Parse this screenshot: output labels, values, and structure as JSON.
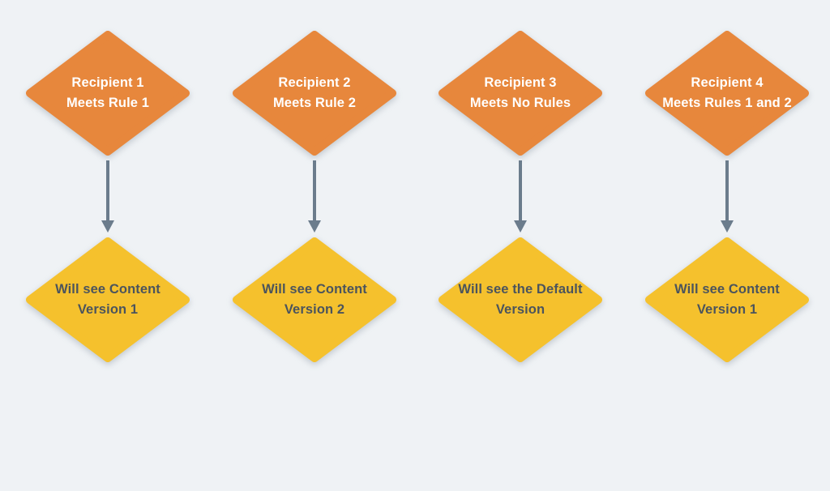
{
  "diagram": {
    "type": "flowchart",
    "background_color": "#EFF2F5",
    "colors": {
      "condition_fill": "#E7873C",
      "outcome_fill": "#F5C12D",
      "arrow": "#6B7C8C",
      "condition_text": "#FFFFFF",
      "outcome_text": "#4B545D"
    },
    "columns": [
      {
        "condition": {
          "line1": "Recipient 1",
          "line2": "Meets Rule 1"
        },
        "outcome": {
          "line1": "Will see Content",
          "line2": "Version 1"
        }
      },
      {
        "condition": {
          "line1": "Recipient 2",
          "line2": "Meets Rule 2"
        },
        "outcome": {
          "line1": "Will see Content",
          "line2": "Version 2"
        }
      },
      {
        "condition": {
          "line1": "Recipient 3",
          "line2": "Meets No Rules"
        },
        "outcome": {
          "line1": "Will see the Default",
          "line2": "Version"
        }
      },
      {
        "condition": {
          "line1": "Recipient 4",
          "line2": "Meets Rules 1 and 2"
        },
        "outcome": {
          "line1": "Will see Content",
          "line2": "Version 1"
        }
      }
    ]
  }
}
